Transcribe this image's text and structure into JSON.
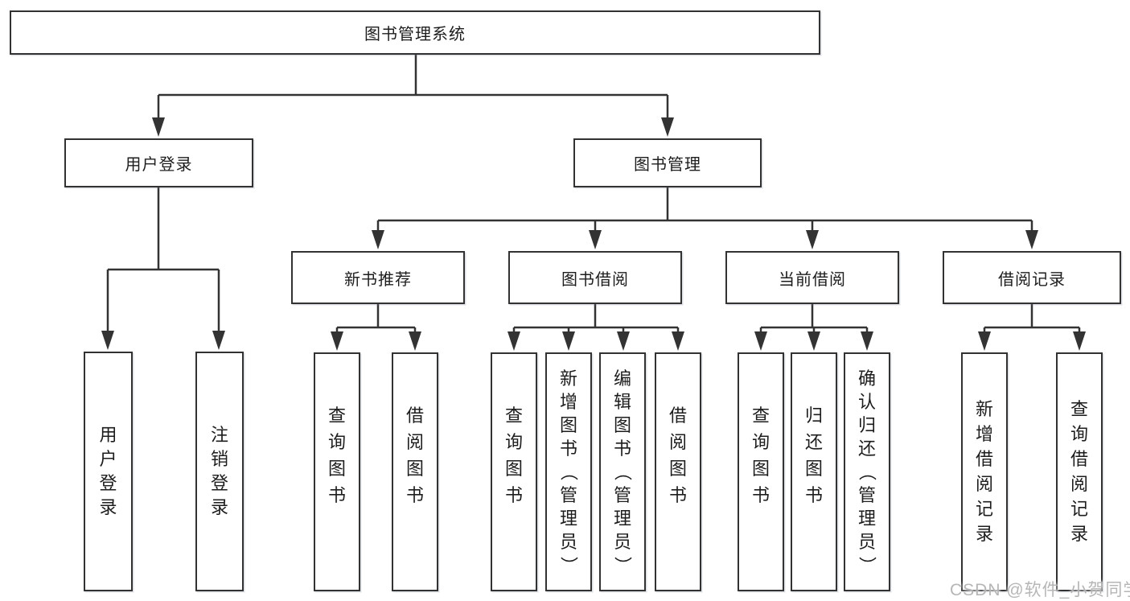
{
  "diagram": {
    "watermark": "CSDN @软件_小贺同学",
    "colors": {
      "line": "#333333",
      "border": "#323232",
      "text": "#1d1d1d",
      "watermark": "#b2b2b2",
      "box_bg": "#ffffff"
    },
    "tree": {
      "label": "图书管理系统",
      "children": [
        {
          "label": "用户登录",
          "children": [
            {
              "label": "用户登录"
            },
            {
              "label": "注销登录"
            }
          ]
        },
        {
          "label": "图书管理",
          "children": [
            {
              "label": "新书推荐",
              "children": [
                {
                  "label": "查询图书"
                },
                {
                  "label": "借阅图书"
                }
              ]
            },
            {
              "label": "图书借阅",
              "children": [
                {
                  "label": "查询图书"
                },
                {
                  "label": "新增图书（管理员）"
                },
                {
                  "label": "编辑图书（管理员）"
                },
                {
                  "label": "借阅图书"
                }
              ]
            },
            {
              "label": "当前借阅",
              "children": [
                {
                  "label": "查询图书"
                },
                {
                  "label": "归还图书"
                },
                {
                  "label": "确认归还（管理员）"
                }
              ]
            },
            {
              "label": "借阅记录",
              "children": [
                {
                  "label": "新增借阅记录"
                },
                {
                  "label": "查询借阅记录"
                }
              ]
            }
          ]
        }
      ]
    }
  }
}
